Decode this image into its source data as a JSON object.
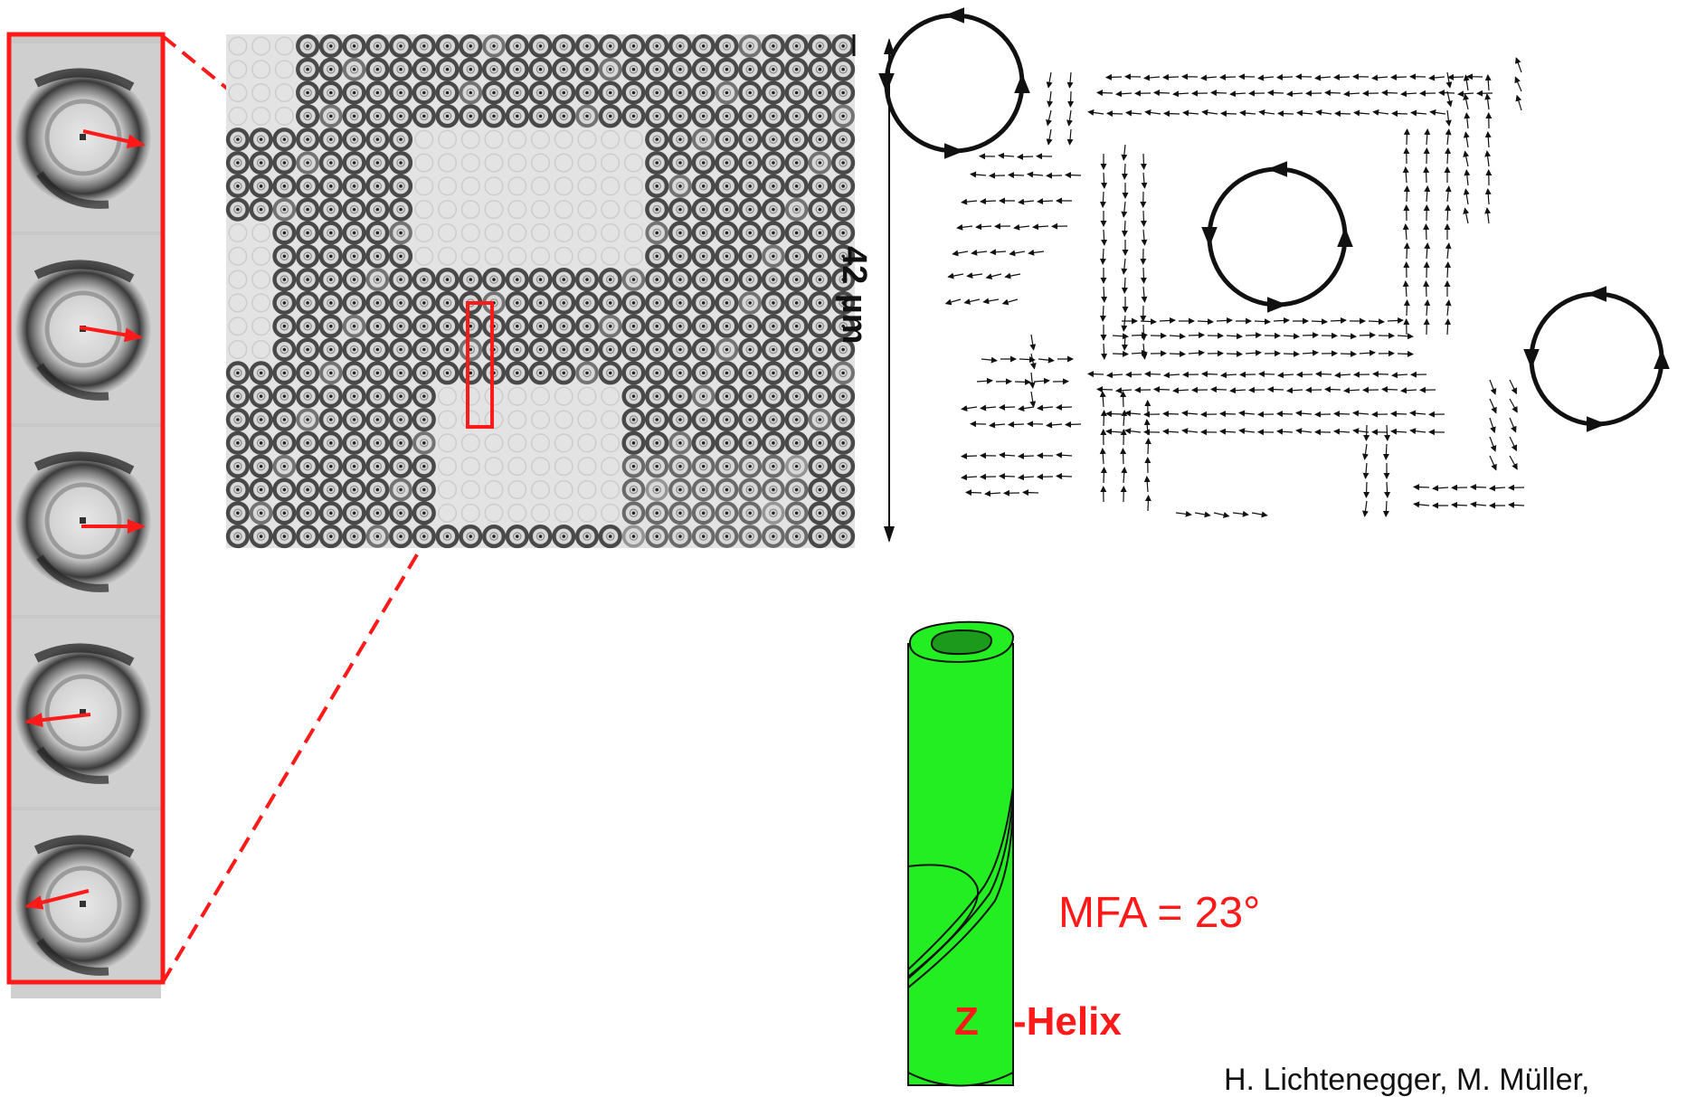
{
  "scale_bar": {
    "label": "42 µm"
  },
  "annotation": {
    "mfa": "MFA = 23°"
  },
  "helix": {
    "letter": "Z",
    "word": "-Helix"
  },
  "credit": {
    "text": "H. Lichtenegger, M. Müller,"
  },
  "colors": {
    "highlight": "#ff1a1a",
    "fiber": "#22ee22",
    "lumen": "#1c9a1c",
    "ink": "#111111"
  },
  "icons": [
    "rotation-circle-icon",
    "field-arrow-icon",
    "diffraction-ring-icon"
  ]
}
